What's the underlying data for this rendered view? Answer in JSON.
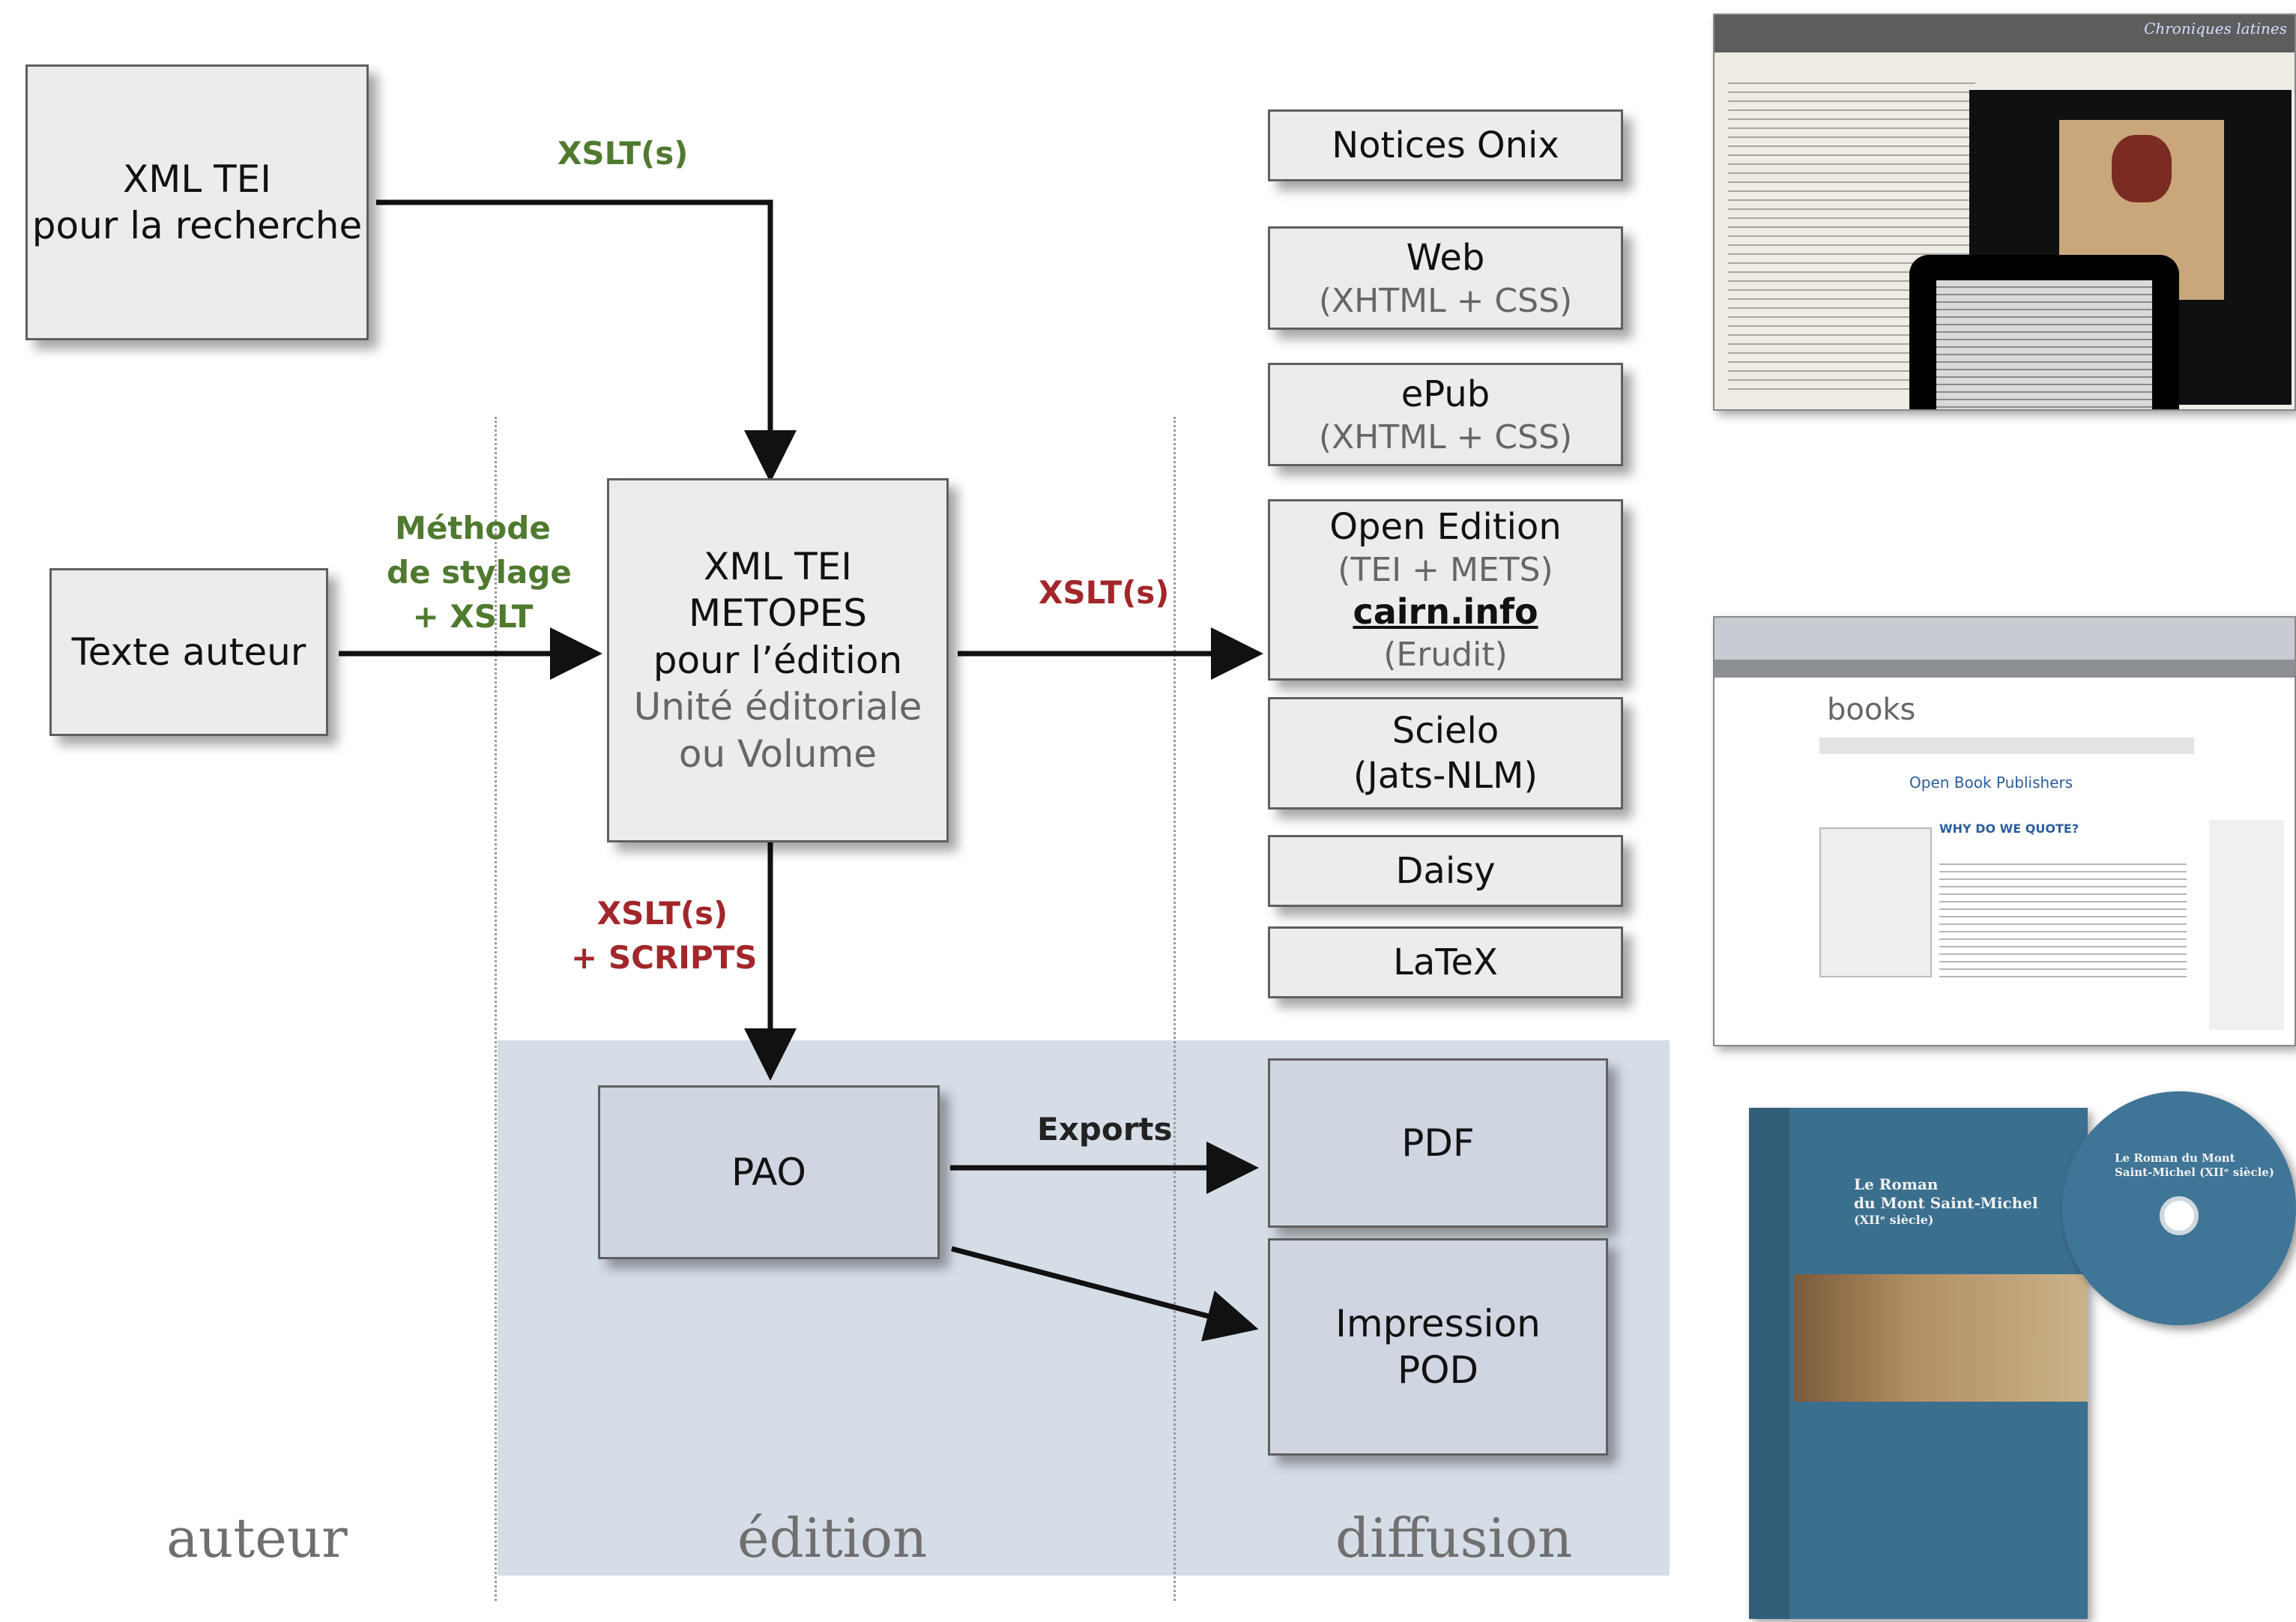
{
  "boxes": {
    "xml_recherche": [
      "XML TEI",
      "pour la recherche"
    ],
    "texte_auteur": "Texte auteur",
    "xml_metopes": {
      "lines": [
        "XML TEI",
        "METOPES",
        "pour l’édition"
      ],
      "sub_lines": [
        "Unité éditoriale",
        "ou Volume"
      ]
    },
    "pao": "PAO",
    "pdf": "PDF",
    "impression": [
      "Impression",
      "POD"
    ]
  },
  "outputs": {
    "onix": "Notices Onix",
    "web": [
      "Web",
      "(XHTML + CSS)"
    ],
    "epub": [
      "ePub",
      "(XHTML + CSS)"
    ],
    "openedition": {
      "title": "Open Edition",
      "sub1": "(TEI + METS)",
      "cairn": "cairn.info",
      "sub2": "(Erudit)"
    },
    "scielo": [
      "Scielo",
      "(Jats-NLM)"
    ],
    "daisy": "Daisy",
    "latex": "LaTeX"
  },
  "labels": {
    "xslt_top": "XSLT(s)",
    "methode": [
      "Méthode",
      "de stylage",
      "+ XSLT"
    ],
    "xslt_right": "XSLT(s)",
    "xslt_scripts": [
      "XSLT(s)",
      "+ SCRIPTS"
    ],
    "exports": "Exports"
  },
  "columns": [
    "auteur",
    "édition",
    "diffusion"
  ],
  "screenshots": {
    "web_header": "Chroniques latines",
    "books_logo": "books",
    "books_publisher": "Open Book Publishers",
    "books_title": "WHY DO WE QUOTE?",
    "book_cover_title": [
      "Le Roman",
      "du Mont Saint-Michel",
      "(XIIᵉ siècle)"
    ],
    "cd_title": [
      "Le Roman du Mont",
      "Saint-Michel (XIIᵉ siècle)"
    ]
  },
  "colors": {
    "green": "#4f7a2f",
    "red": "#a2262a",
    "blue_zone": "#d5dde7",
    "book_blue": "#3b6f8e"
  }
}
